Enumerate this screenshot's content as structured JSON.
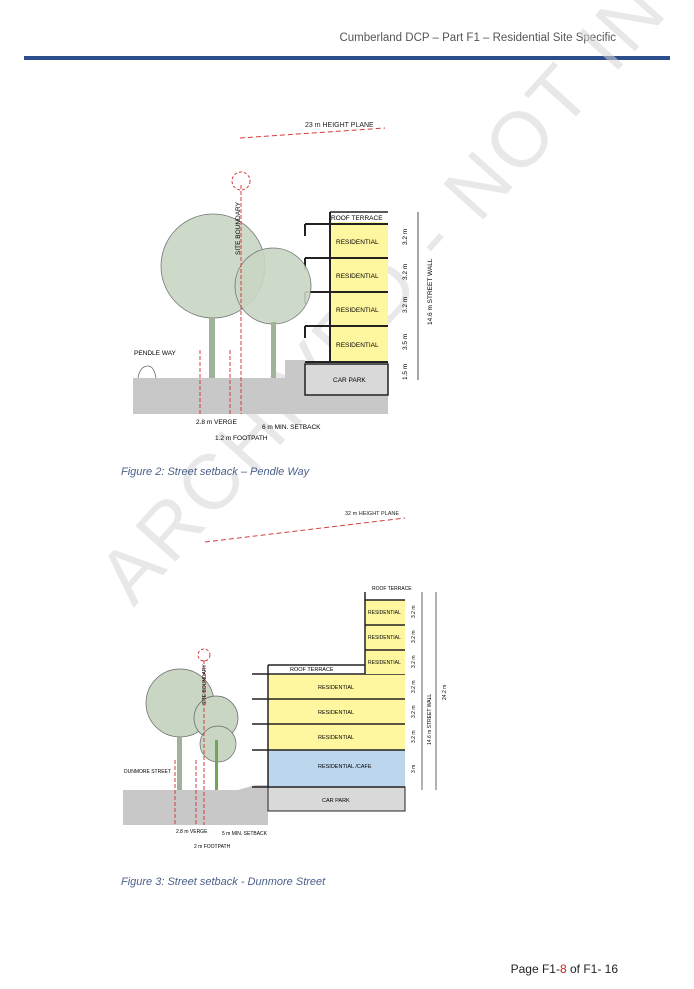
{
  "header": {
    "title": "Cumberland DCP – Part F1 – Residential Site Specific"
  },
  "watermark": "ARCHIVED - NOT IN FORCE",
  "figure2": {
    "caption": "Figure 2: Street setback – Pendle Way",
    "height_plane": "23 m HEIGHT PLANE",
    "site_boundary": "SITE BOUNDARY",
    "street_name": "PENDLE WAY",
    "roof_terrace": "ROOF TERRACE",
    "residential": "RESIDENTIAL",
    "car_park": "CAR PARK",
    "dims": [
      "3.2 m",
      "3.2 m",
      "3.2 m",
      "3.5 m",
      "1.5 m"
    ],
    "street_wall": "14.6 m STREET WALL",
    "verge": "2.8 m VERGE",
    "footpath": "1.2 m FOOTPATH",
    "setback": "6 m MIN. SETBACK"
  },
  "figure3": {
    "caption": "Figure 3: Street setback - Dunmore Street",
    "height_plane": "32 m HEIGHT PLANE",
    "site_boundary": "SITE BOUNDARY",
    "street_name": "DUNMORE STREET",
    "roof_terrace": "ROOF TERRACE",
    "residential": "RESIDENTIAL",
    "residential_cafe": "RESIDENTIAL /CAFE",
    "car_park": "CAR PARK",
    "dims_upper": [
      "3.2 m",
      "3.2 m",
      "3.2 m"
    ],
    "dims_lower": [
      "3.2 m",
      "3.2 m",
      "3.2 m",
      "3 m"
    ],
    "total": "24.2 m",
    "street_wall": "14.6 m STREET WALL",
    "verge": "2.8 m VERGE",
    "footpath": "2 m FOOTPATH",
    "setback": "5 m MIN. SETBACK"
  },
  "page": {
    "prefix": "Page F1-",
    "number": "8",
    "suffix": " of F1- 16"
  }
}
